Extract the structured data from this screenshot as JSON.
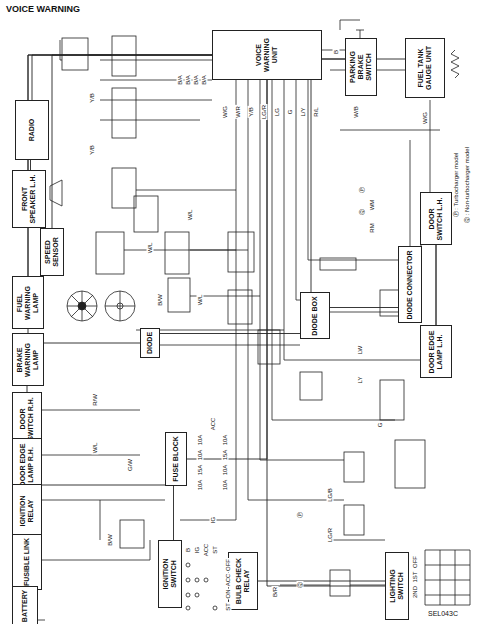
{
  "diagram": {
    "title": "VOICE WARNING",
    "caption": "SEL043C",
    "nodes": [
      {
        "text": [
          "RADIO"
        ]
      },
      {
        "text": [
          "VOICE WARNING UNIT"
        ]
      },
      {
        "text": [
          "PARKING BRAKE SWITCH"
        ]
      },
      {
        "text": [
          "FUEL TANK GAUGE UNIT"
        ]
      },
      {
        "text": [
          "FRONT SPEAKER L.H."
        ]
      },
      {
        "text": [
          "SPEED SENSOR"
        ]
      },
      {
        "text": [
          "FUEL WARNING LAMP"
        ]
      },
      {
        "text": [
          "BRAKE WARNING LAMP"
        ]
      },
      {
        "text": [
          "DIODE BOX"
        ]
      },
      {
        "text": [
          "DIODE CONNECTOR"
        ]
      },
      {
        "text": [
          "DOOR SWITCH L.H."
        ]
      },
      {
        "text": [
          "DOOR EDGE LAMP L.H."
        ]
      },
      {
        "text": [
          "DOOR SWITCH R.H."
        ]
      },
      {
        "text": [
          "DOOR EDGE LAMP R.H."
        ]
      },
      {
        "text": [
          "IGNITION RELAY"
        ]
      },
      {
        "text": [
          "FUSIBLE LINK"
        ]
      },
      {
        "text": [
          "BATTERY"
        ]
      },
      {
        "text": [
          "IGNITION SWITCH"
        ]
      },
      {
        "text": [
          "FUSE BLOCK"
        ]
      },
      {
        "text": [
          "DIODE"
        ]
      },
      {
        "text": [
          "BULB CHECK RELAY"
        ]
      },
      {
        "text": [
          "LIGHTING SWITCH"
        ]
      }
    ],
    "edges": [
      {
        "from": 1,
        "to": 0,
        "arrow": "none"
      },
      {
        "from": 4,
        "to": 0,
        "arrow": "none"
      },
      {
        "from": 1,
        "to": 2,
        "arrow": "none"
      },
      {
        "from": 1,
        "to": 3,
        "arrow": "none"
      },
      {
        "from": 1,
        "to": 5,
        "arrow": "none"
      },
      {
        "from": 1,
        "to": 6,
        "arrow": "none"
      },
      {
        "from": 1,
        "to": 7,
        "arrow": "none"
      },
      {
        "from": 1,
        "to": 8,
        "arrow": "none"
      },
      {
        "from": 8,
        "to": 9,
        "arrow": "none"
      },
      {
        "from": 9,
        "to": 10,
        "arrow": "none"
      },
      {
        "from": 10,
        "to": 11,
        "arrow": "none"
      },
      {
        "from": 19,
        "to": 12,
        "arrow": "none"
      },
      {
        "from": 12,
        "to": 13,
        "arrow": "none"
      },
      {
        "from": 14,
        "to": 18,
        "arrow": "none"
      },
      {
        "from": 15,
        "to": 14,
        "arrow": "none"
      },
      {
        "from": 16,
        "to": 15,
        "arrow": "none"
      },
      {
        "from": 17,
        "to": 18,
        "arrow": "none"
      },
      {
        "from": 18,
        "to": 1,
        "arrow": "none"
      },
      {
        "from": 20,
        "to": 21,
        "arrow": "none"
      },
      {
        "from": 21,
        "to": 1,
        "arrow": "none"
      },
      {
        "from": 19,
        "to": 8,
        "arrow": "none"
      }
    ],
    "labels": [
      "Y/B",
      "Y/B",
      "B/A",
      "B/A",
      "B/A",
      "B/A",
      "B",
      "W/G",
      "W/R",
      "Y/B",
      "LG/R",
      "LG",
      "G",
      "L/Y",
      "R/L",
      "W/B",
      "W/G",
      "WM",
      "RM",
      "W/L",
      "W/L",
      "B/W",
      "W/L",
      "LW",
      "LY",
      "G",
      "R/W",
      "W/L",
      "G/W",
      "B/W",
      "LG/B",
      "LG/R",
      "B/R",
      "10A",
      "10A",
      "15A",
      "10A",
      "10A",
      "15A",
      "10A",
      "10A",
      "ACC",
      "IG",
      "B",
      "IG",
      "ACC",
      "ST",
      "OFF",
      "ACC",
      "ON",
      "ST",
      "OFF",
      "1ST",
      "2ND",
      "Ⓟ",
      "Ⓠ",
      "Ⓟ",
      "Ⓠ"
    ],
    "legend": [
      {
        "text": "Ⓟ : Turbocharger model"
      },
      {
        "text": "Ⓠ : Non-turbocharger model"
      }
    ]
  }
}
